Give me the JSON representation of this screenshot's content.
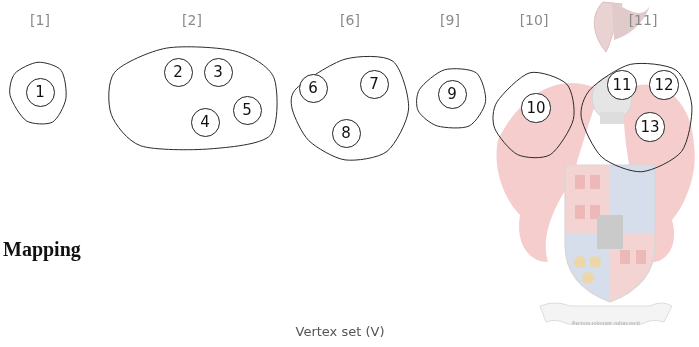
{
  "diagram": {
    "nodes": [
      {
        "text": [
          "[1]"
        ]
      },
      {
        "text": [
          "1"
        ],
        "in": 0
      },
      {
        "text": [
          "[2]"
        ]
      },
      {
        "text": [
          "2"
        ],
        "in": 2
      },
      {
        "text": [
          "3"
        ],
        "in": 2
      },
      {
        "text": [
          "4"
        ],
        "in": 2
      },
      {
        "text": [
          "5"
        ],
        "in": 2
      },
      {
        "text": [
          "[6]"
        ]
      },
      {
        "text": [
          "6"
        ],
        "in": 7
      },
      {
        "text": [
          "7"
        ],
        "in": 7
      },
      {
        "text": [
          "8"
        ],
        "in": 7
      },
      {
        "text": [
          "[9]"
        ]
      },
      {
        "text": [
          "9"
        ],
        "in": 11
      },
      {
        "text": [
          "[10]"
        ]
      },
      {
        "text": [
          "10"
        ],
        "in": 13
      },
      {
        "text": [
          "[11]"
        ]
      },
      {
        "text": [
          "11"
        ],
        "in": 15
      },
      {
        "text": [
          "12"
        ],
        "in": 15
      },
      {
        "text": [
          "13"
        ],
        "in": 15
      }
    ],
    "labels": [
      "Mapping",
      "Vertex set (V)",
      "Pectora roborant cultus recti"
    ]
  }
}
